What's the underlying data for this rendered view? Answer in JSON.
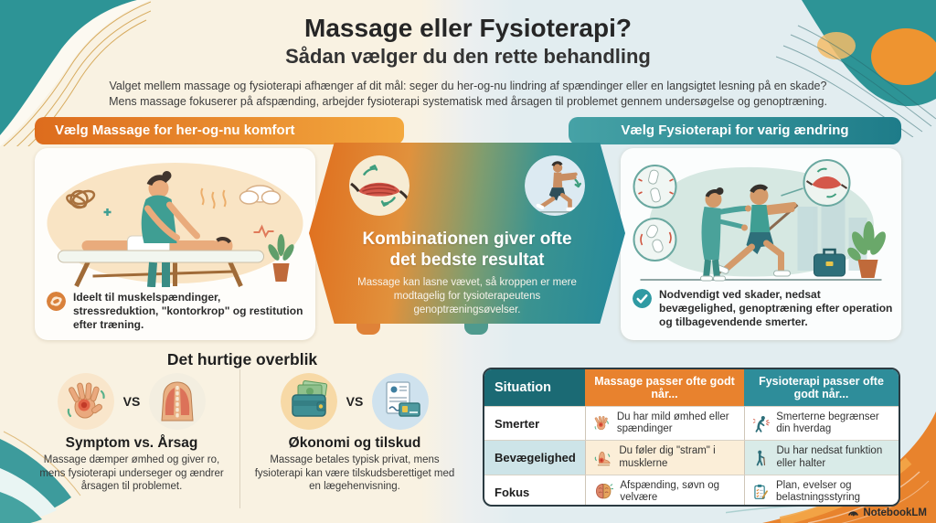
{
  "header": {
    "title": "Massage eller Fysioterapi?",
    "subtitle": "Sådan vælger du den rette behandling",
    "intro_line1": "Valget mellem massage og fysioterapi afhænger af dit mål: seger du her-og-nu lindring af spændinger eller en langsigtet lesning på en skade?",
    "intro_line2": "Mens massage fokuserer på afspænding, arbejder fysioterapi systematisk med årsagen til problemet gennem undersøgelse og genoptræning."
  },
  "massage": {
    "banner": "Vælg Massage for her-og-nu komfort",
    "bullet": "Ideelt til muskelspændinger, stressreduktion, \"kontorkrop\" og restitution efter træning.",
    "bullet_icon": "knot-swirl-icon",
    "illustration": "massage-scene-illustration"
  },
  "fysio": {
    "banner": "Vælg Fysioterapi for varig ændring",
    "bullet": "Nodvendigt ved skader, nedsat bevægelighed, genoptræning efter operation og tilbagevendende smerter.",
    "bullet_icon": "check-icon",
    "illustration": "physio-scene-illustration"
  },
  "combo": {
    "title_line1": "Kombinationen giver ofte",
    "title_line2": "det bedste resultat",
    "text": "Massage kan lasne vævet, så kroppen er mere modtagelig for tysioterapeutens genoptræningsøvelser.",
    "icon_left": "muscle-icon",
    "icon_right": "lunge-exercise-icon"
  },
  "overview": {
    "heading": "Det hurtige overblik",
    "vs": "VS",
    "items": [
      {
        "title": "Symptom vs. Årsag",
        "text": "Massage dæmper ømhed og giver ro, mens fysioterapi underseger og ændrer årsagen til problemet.",
        "icon_left": "sore-hand-icon",
        "icon_right": "back-muscles-icon"
      },
      {
        "title": "Økonomi og tilskud",
        "text": "Massage betales typisk privat, mens fysioterapi kan være tilskudsberettiget med en lægehenvisning.",
        "icon_left": "wallet-money-icon",
        "icon_right": "referral-document-icon"
      }
    ]
  },
  "table": {
    "col_situation": "Situation",
    "col_massage": "Massage passer ofte godt når...",
    "col_fysio": "Fysioterapi passer ofte godt når...",
    "rows": [
      {
        "label": "Smerter",
        "massage": "Du har mild ømhed eller spændinger",
        "massage_icon": "sore-hand-icon",
        "fysio": "Smerterne begrænser din hverdag",
        "fysio_icon": "back-pain-person-icon"
      },
      {
        "label": "Bevægelighed",
        "massage": "Du føler dig \"stram\" i musklerne",
        "massage_icon": "stiff-ankle-icon",
        "fysio": "Du har nedsat funktion eller halter",
        "fysio_icon": "walking-cane-person-icon"
      },
      {
        "label": "Fokus",
        "massage": "Afspænding, søvn og velvære",
        "massage_icon": "brain-icon",
        "fysio": "Plan, evelser og belastningsstyring",
        "fysio_icon": "training-plan-icon"
      }
    ]
  },
  "watermark": "NotebookLM",
  "colors": {
    "orange": "#e8822e",
    "teal": "#2e8d9a",
    "dark_teal": "#1b6a74",
    "cream_bg": "#f9f2e2",
    "blue_bg": "#e2edf0"
  }
}
